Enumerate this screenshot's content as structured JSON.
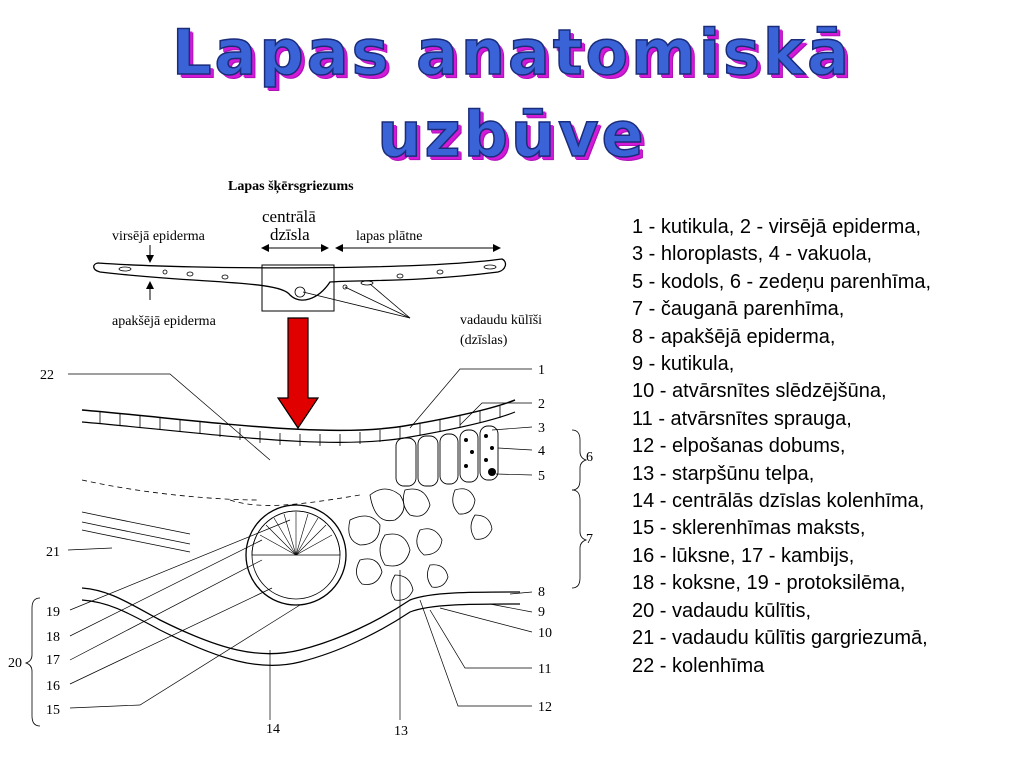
{
  "title": {
    "line1": "Lapas anatomiskā",
    "line2": "uzbūve"
  },
  "diagram": {
    "heading": "Lapas šķērsgriezums",
    "label_central_vein_1": "centrālā",
    "label_central_vein_2": "dzīsla",
    "label_blade": "lapas plātne",
    "label_upper_epidermis": "virsējā epiderma",
    "label_lower_epidermis": "apakšējā epiderma",
    "label_bundles_1": "vadaudu kūlīši",
    "label_bundles_2": "(dzīslas)",
    "numbers": {
      "n1": "1",
      "n2": "2",
      "n3": "3",
      "n4": "4",
      "n5": "5",
      "n6": "6",
      "n7": "7",
      "n8": "8",
      "n9": "9",
      "n10": "10",
      "n11": "11",
      "n12": "12",
      "n13": "13",
      "n14": "14",
      "n15": "15",
      "n16": "16",
      "n17": "17",
      "n18": "18",
      "n19": "19",
      "n20": "20",
      "n21": "21",
      "n22": "22"
    },
    "arrow_color": "#e00000"
  },
  "legend": [
    "1 - kutikula, 2 - virsējā epiderma,",
    "3 - hloroplasts, 4 - vakuola,",
    "5 - kodols, 6 - zedeņu parenhīma,",
    "7 - čauganā parenhīma,",
    "8 - apakšējā epiderma,",
    "9 - kutikula,",
    "10 - atvārsnītes slēdzējšūna,",
    "11 - atvārsnītes sprauga,",
    "12 - elpošanas dobums,",
    "13 - starpšūnu telpa,",
    "14 - centrālās dzīslas kolenhīma,",
    "15 - sklerenhīmas maksts,",
    "16 - lūksne, 17 - kambijs,",
    "18 - koksne, 19 - protoksilēma,",
    "20 - vadaudu kūlītis,",
    "21 - vadaudu kūlītis gargriezumā,",
    "22 - kolenhīma"
  ]
}
